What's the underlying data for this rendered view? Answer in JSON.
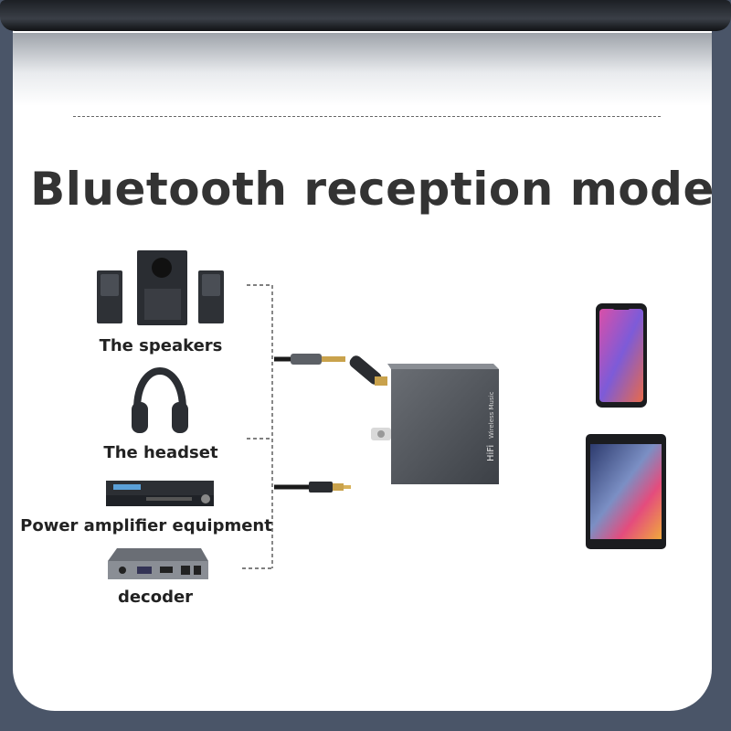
{
  "title": "Bluetooth reception mode",
  "devices": [
    {
      "label": "The speakers"
    },
    {
      "label": "The headset"
    },
    {
      "label": "Power amplifier equipment"
    },
    {
      "label": "decoder"
    }
  ],
  "product": {
    "brand_text": "HiFi",
    "model_text": "Wireless Music"
  },
  "colors": {
    "background": "#4a5568",
    "card": "#ffffff",
    "text": "#333333",
    "device_body": "#4a4e54"
  },
  "icons": [
    "speakers-icon",
    "headphones-icon",
    "amplifier-icon",
    "decoder-icon",
    "audio-jack-cable-icon",
    "rca-cable-icon",
    "bluetooth-receiver-icon",
    "smartphone-icon",
    "tablet-icon"
  ]
}
